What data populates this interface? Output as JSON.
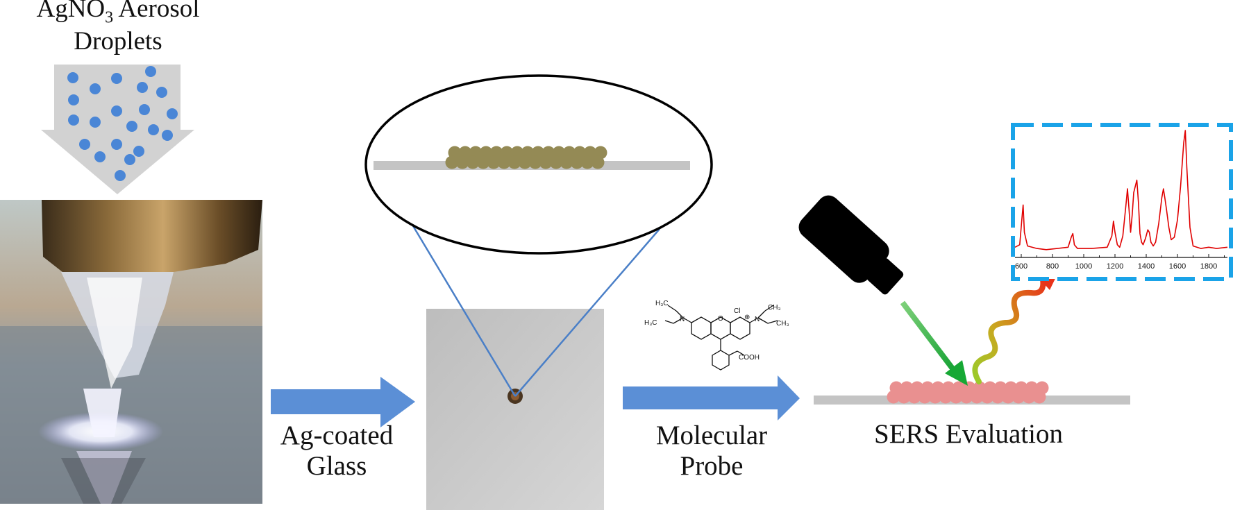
{
  "labels": {
    "aerosol_line1_pre": "AgNO",
    "aerosol_line1_sub": "3",
    "aerosol_line1_post": " Aerosol",
    "aerosol_line2": "Droplets",
    "ag_coated_line1": "Ag-coated",
    "ag_coated_line2": "Glass",
    "molecular_line1": "Molecular",
    "molecular_line2": "Probe",
    "sers": "SERS Evaluation"
  },
  "molecule": {
    "h3c_top": "H₃C",
    "h3c_left": "H₃C",
    "n_left": "N",
    "o_ring": "O",
    "cl": "Cl",
    "charge": "⊕",
    "n_right": "N",
    "ch3_top": "CH₃",
    "ch3_right": "CH₃",
    "cooh": "COOH"
  },
  "colors": {
    "arrow_blue": "#5b8fd6",
    "droplet_blue": "#4a86d6",
    "zoom_line": "#4a7fc7",
    "ag_particle": "#948a55",
    "sers_particle": "#e99090",
    "substrate_gray": "#c4c4c4",
    "inset_border": "#1aa3e8",
    "spectrum_red": "#e00000",
    "laser_green": "#20b23a"
  },
  "chart_data": {
    "type": "line",
    "title": "",
    "xlabel": "",
    "ylabel": "",
    "xlim": [
      560,
      1920
    ],
    "xticks": [
      600,
      800,
      1000,
      1200,
      1400,
      1600,
      1800
    ],
    "grid": false,
    "series": [
      {
        "x": [
          560,
          590,
          605,
          612,
          620,
          640,
          700,
          760,
          830,
          900,
          920,
          930,
          940,
          960,
          1050,
          1150,
          1180,
          1190,
          1200,
          1215,
          1230,
          1250,
          1270,
          1280,
          1290,
          1300,
          1310,
          1320,
          1340,
          1350,
          1360,
          1370,
          1380,
          1395,
          1410,
          1420,
          1430,
          1445,
          1460,
          1480,
          1500,
          1510,
          1520,
          1530,
          1545,
          1560,
          1580,
          1600,
          1620,
          1640,
          1650,
          1660,
          1680,
          1700,
          1750,
          1800,
          1850,
          1920
        ],
        "y": [
          0.06,
          0.08,
          0.3,
          0.4,
          0.18,
          0.07,
          0.05,
          0.04,
          0.05,
          0.06,
          0.14,
          0.17,
          0.08,
          0.05,
          0.05,
          0.06,
          0.15,
          0.27,
          0.18,
          0.08,
          0.06,
          0.15,
          0.4,
          0.53,
          0.36,
          0.18,
          0.32,
          0.5,
          0.6,
          0.42,
          0.17,
          0.1,
          0.08,
          0.13,
          0.2,
          0.18,
          0.1,
          0.07,
          0.1,
          0.25,
          0.46,
          0.53,
          0.45,
          0.36,
          0.22,
          0.12,
          0.14,
          0.28,
          0.55,
          0.9,
          1.0,
          0.7,
          0.22,
          0.07,
          0.05,
          0.06,
          0.05,
          0.06
        ]
      }
    ]
  }
}
